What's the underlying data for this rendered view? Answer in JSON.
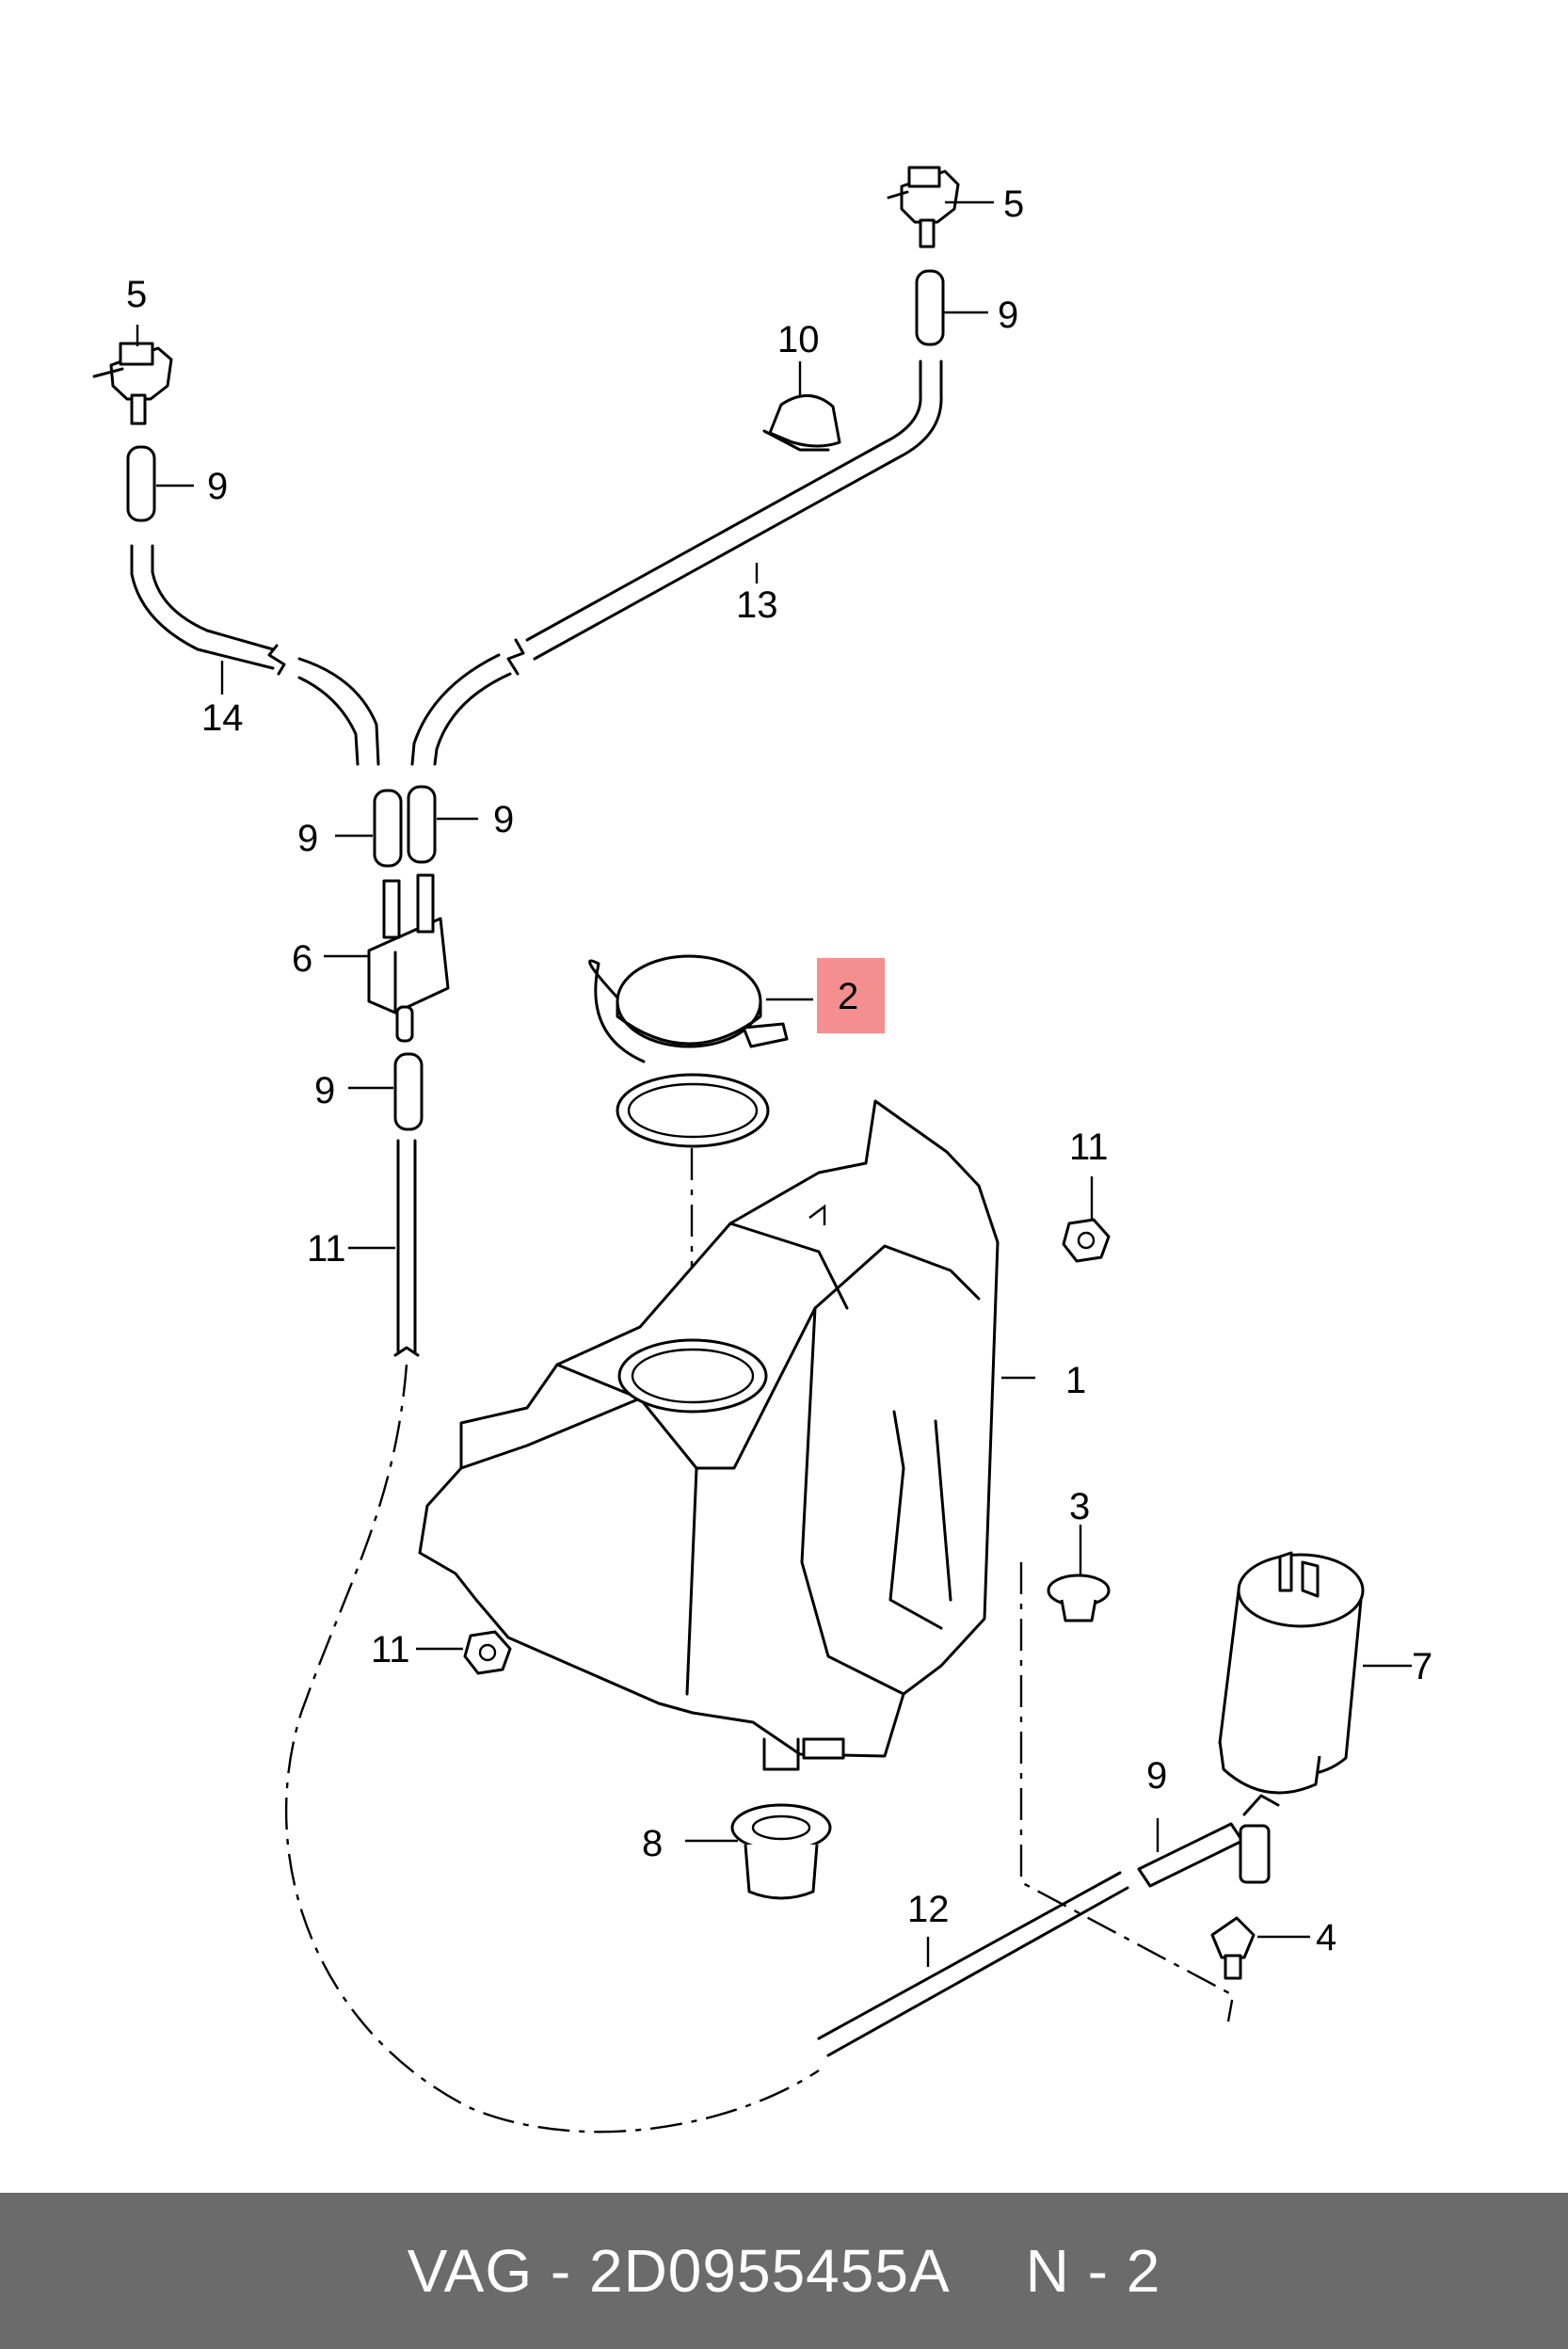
{
  "diagram": {
    "callouts": {
      "c1": "1",
      "c2": "2",
      "c3": "3",
      "c4": "4",
      "c5a": "5",
      "c5b": "5",
      "c6": "6",
      "c7": "7",
      "c8": "8",
      "c9a": "9",
      "c9b": "9",
      "c9c": "9",
      "c9d": "9",
      "c9e": "9",
      "c9f": "9",
      "c10": "10",
      "c11a": "11",
      "c11b": "11",
      "c11c": "11",
      "c12": "12",
      "c13": "13",
      "c14": "14"
    },
    "highlight_color": "#f58f8f"
  },
  "footer": {
    "brand": "VAG - 2D0955455A",
    "ref": "N - 2",
    "background": "#6b6b6b"
  }
}
